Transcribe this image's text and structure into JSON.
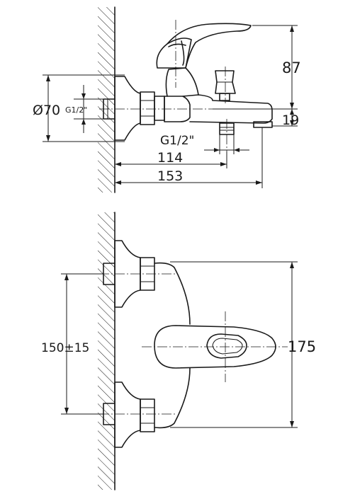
{
  "side_view": {
    "dim_height_upper": "87",
    "dim_height_lower": "19",
    "dim_diameter": "Ø70",
    "dim_inlet_thread": "G1/2\"",
    "dim_outlet_thread": "G1/2\"",
    "dim_length_inner": "114",
    "dim_length_outer": "153"
  },
  "front_view": {
    "dim_centers": "150±15",
    "dim_height": "175"
  }
}
